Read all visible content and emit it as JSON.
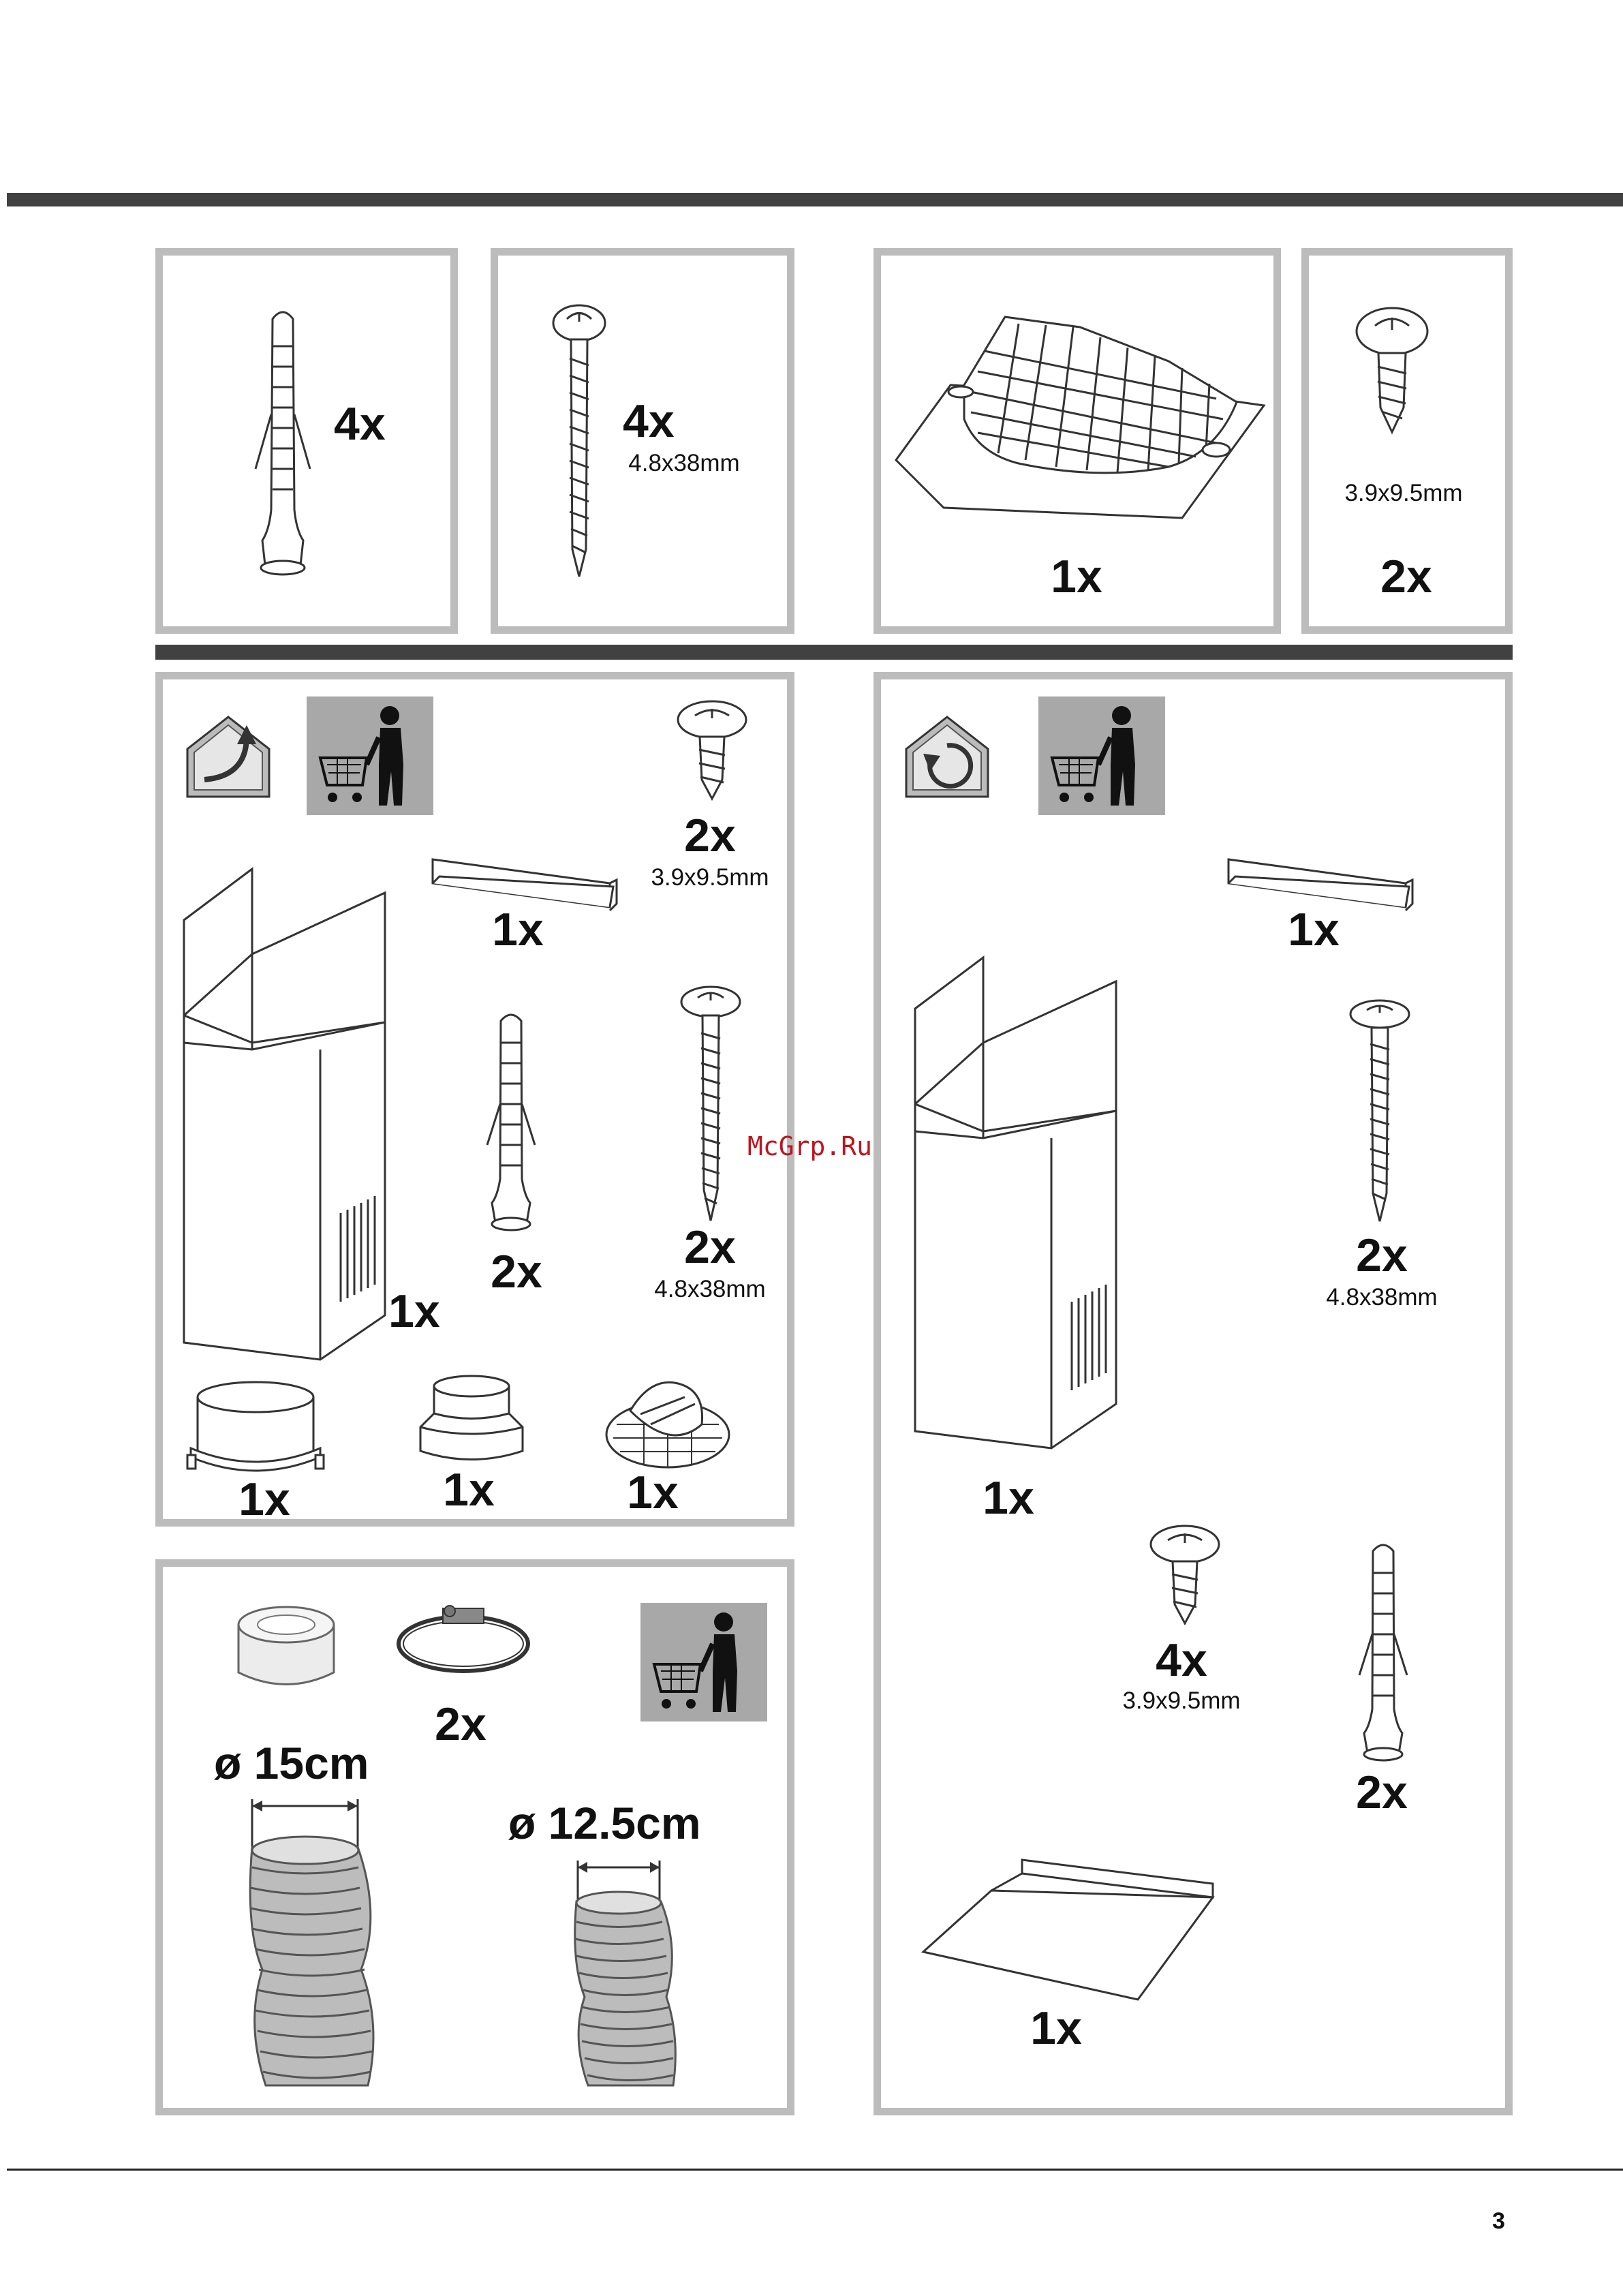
{
  "page_number": "3",
  "watermark": "McGrp.Ru",
  "top_row": {
    "wall_plug": {
      "qty": "4x"
    },
    "long_screw": {
      "qty": "4x",
      "dim": "4.8x38mm"
    },
    "grease_filter": {
      "qty": "1x"
    },
    "short_screw": {
      "dim": "3.9x9.5mm",
      "qty": "2x"
    }
  },
  "ducted_panel": {
    "short_screw": {
      "qty": "2x",
      "dim": "3.9x9.5mm"
    },
    "bracket": {
      "qty": "1x"
    },
    "chimney": {
      "qty": "1x"
    },
    "wall_plug": {
      "qty": "2x"
    },
    "long_screw": {
      "qty": "2x",
      "dim": "4.8x38mm"
    },
    "flange_large": {
      "qty": "1x"
    },
    "flange_reducer": {
      "qty": "1x"
    },
    "valve": {
      "qty": "1x"
    }
  },
  "accessory_panel": {
    "clamp": {
      "qty": "2x"
    },
    "hose_large": {
      "diameter": "ø 15cm"
    },
    "hose_small": {
      "diameter": "ø 12.5cm"
    }
  },
  "recirculating_panel": {
    "bracket": {
      "qty": "1x"
    },
    "chimney": {
      "qty": "1x"
    },
    "long_screw": {
      "qty": "2x",
      "dim": "4.8x38mm"
    },
    "short_screw": {
      "qty": "4x",
      "dim": "3.9x9.5mm"
    },
    "wall_plug": {
      "qty": "2x"
    },
    "deflector_plate": {
      "qty": "1x"
    }
  }
}
